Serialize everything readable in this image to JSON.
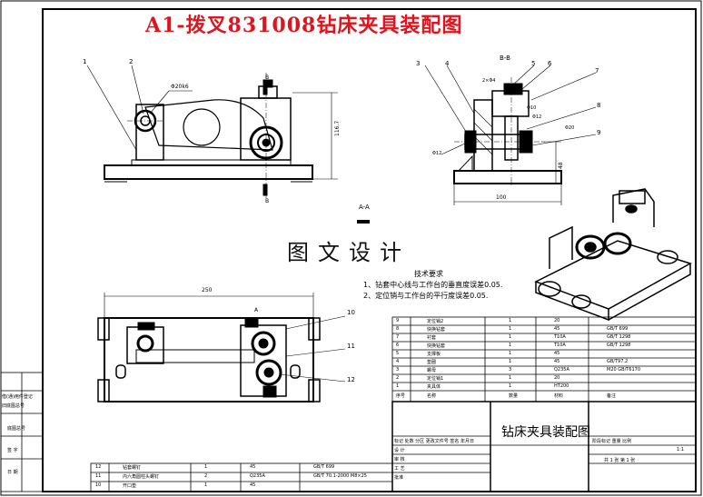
{
  "title": "A1-拨叉831008钻床夹具装配图",
  "watermark": "图文设计",
  "section_labels": {
    "bb": "B-B",
    "aa": "A-A",
    "b_top": "B",
    "b_bottom": "B",
    "a_mark": "A"
  },
  "front_view": {
    "callouts": [
      "1",
      "2"
    ],
    "dim_diameter": "Φ20k6",
    "dim_height": "116.7"
  },
  "section_view": {
    "callouts": [
      "3",
      "4",
      "5",
      "6",
      "7",
      "8",
      "9"
    ],
    "dim_hole": "2×Φ4",
    "dim_d10": "Φ10",
    "dim_d12": "Φ12",
    "dim_d20": "Φ20",
    "dim_d12_left": "Φ12",
    "dim_width": "100",
    "dim_height": "48"
  },
  "plan_view": {
    "callouts": [
      "10",
      "11",
      "12"
    ],
    "dim_length": "250"
  },
  "tech_requirements": {
    "heading": "技术要求",
    "notes": [
      "1、钻套中心线与工作台的垂直度误差0.05.",
      "2、定位销与工作台的平行度误差0.05."
    ]
  },
  "parts_list": [
    {
      "no": "9",
      "name": "定位销2",
      "qty": "1",
      "mat": "20",
      "std": ""
    },
    {
      "no": "8",
      "name": "快换钻套",
      "qty": "1",
      "mat": "45",
      "std": "GB/T 699"
    },
    {
      "no": "7",
      "name": "衬套",
      "qty": "1",
      "mat": "T10A",
      "std": "GB/T 1298"
    },
    {
      "no": "6",
      "name": "快换钻套",
      "qty": "1",
      "mat": "T10A",
      "std": "GB/T 1298"
    },
    {
      "no": "5",
      "name": "支撑板",
      "qty": "1",
      "mat": "45",
      "std": ""
    },
    {
      "no": "4",
      "name": "垫圈",
      "qty": "1",
      "mat": "45",
      "std": "GB/T97.2"
    },
    {
      "no": "3",
      "name": "螺母",
      "qty": "3",
      "mat": "Q235A",
      "std": "M20 GB/T6170"
    },
    {
      "no": "2",
      "name": "定位销1",
      "qty": "1",
      "mat": "20",
      "std": ""
    },
    {
      "no": "1",
      "name": "夹具体",
      "qty": "1",
      "mat": "HT200",
      "std": ""
    }
  ],
  "parts_header": {
    "no": "序号",
    "name": "名称",
    "qty": "数量",
    "mat": "材料",
    "std": "备注"
  },
  "lower_parts": [
    {
      "no": "12",
      "name": "钻套螺钉",
      "qty": "1",
      "mat": "45",
      "std": "GB/T 699"
    },
    {
      "no": "11",
      "name": "内六角圆柱头螺钉",
      "qty": "2",
      "mat": "Q235A",
      "std": "GB/T 70.1-2000 M8×25"
    },
    {
      "no": "10",
      "name": "开口垫",
      "qty": "1",
      "mat": "45",
      "std": ""
    }
  ],
  "drawing_name": "钻床夹具装配图",
  "title_block": {
    "rows": [
      "标记 处数 分区 更改文件号 签名 年月日",
      "设 计",
      "审 核",
      "工 艺"
    ],
    "right_rows": [
      "阶段标记 重量 比例",
      "1:1",
      "共 1 张 第 1 张"
    ],
    "extra": "批准"
  },
  "left_strip": [
    "借(通)用件登记",
    "旧底图总号",
    "底图总号",
    "签 字",
    "日 期"
  ]
}
